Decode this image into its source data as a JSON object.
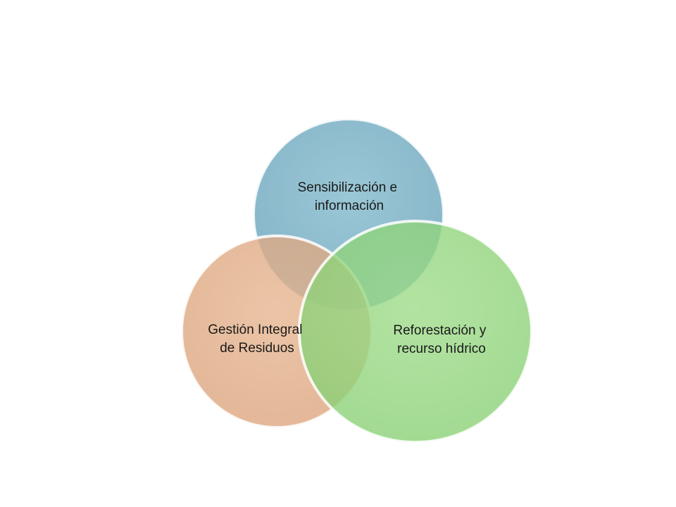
{
  "diagram": {
    "type": "venn",
    "circles": [
      {
        "id": "sensibilizacion",
        "lines": [
          "Sensibilización e",
          "información"
        ],
        "color": "#7fb3c6"
      },
      {
        "id": "gestion",
        "lines": [
          "Gestión Integral",
          "de Residuos"
        ],
        "color": "#e0a77c"
      },
      {
        "id": "reforestacion",
        "lines": [
          "Reforestación y",
          "recurso hídrico"
        ],
        "color": "#8fd47a"
      }
    ]
  }
}
